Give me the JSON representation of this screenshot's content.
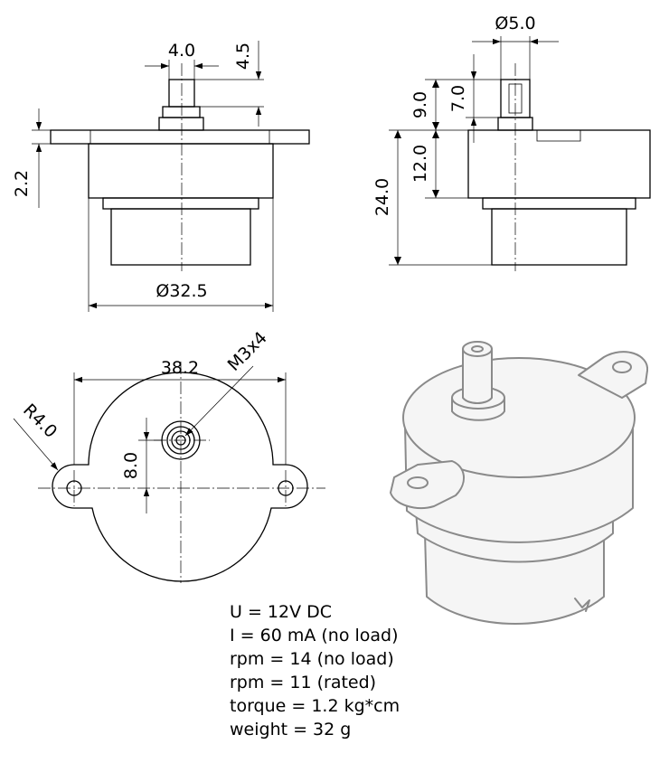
{
  "front_view": {
    "shaft_width": "4.0",
    "shaft_height": "4.5",
    "flange_thickness": "2.2",
    "body_diameter": "Ø32.5"
  },
  "side_view": {
    "shaft_diameter": "Ø5.0",
    "shaft_total": "9.0",
    "shaft_flat": "7.0",
    "body_upper": "12.0",
    "body_total": "24.0"
  },
  "bottom_view": {
    "mount_spacing": "38.2",
    "thread": "M3x4",
    "ear_radius": "R4.0",
    "hub_offset": "8.0"
  },
  "specs": [
    "U = 12V DC",
    "I = 60 mA (no load)",
    "rpm = 14 (no load)",
    "rpm = 11 (rated)",
    "torque = 1.2 kg*cm",
    "weight = 32 g"
  ]
}
